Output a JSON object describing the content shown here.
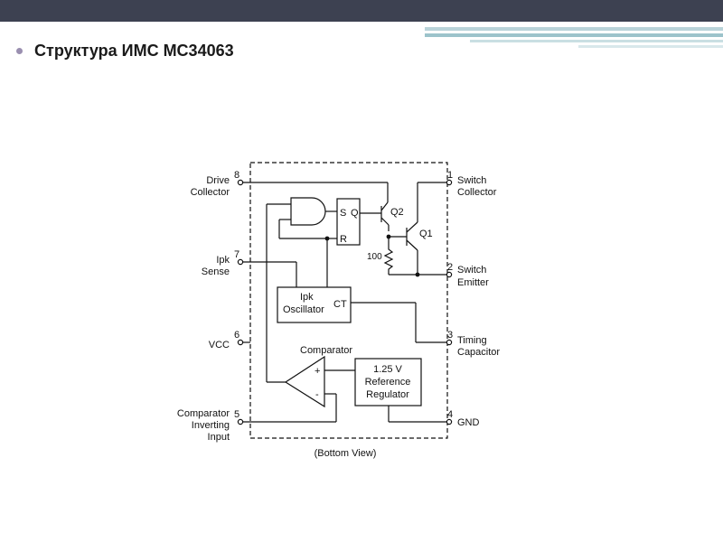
{
  "slide": {
    "title": "Структура ИМС MC34063"
  },
  "diagram": {
    "pins": [
      {
        "num": "8",
        "label1": "Drive",
        "label2": "Collector"
      },
      {
        "num": "7",
        "label1": "Ipk",
        "label2": "Sense"
      },
      {
        "num": "6",
        "label1": "VCC"
      },
      {
        "num": "5",
        "label1": "Comparator",
        "label2": "Inverting",
        "label3": "Input"
      },
      {
        "num": "1",
        "label1": "Switch",
        "label2": "Collector"
      },
      {
        "num": "2",
        "label1": "Switch",
        "label2": "Emitter"
      },
      {
        "num": "3",
        "label1": "Timing",
        "label2": "Capacitor"
      },
      {
        "num": "4",
        "label1": "GND"
      }
    ],
    "blocks": {
      "latch_s": "S",
      "latch_q": "Q",
      "latch_r": "R",
      "q2": "Q2",
      "q1": "Q1",
      "resistor": "100",
      "osc_ipk": "Ipk",
      "osc_name": "Oscillator",
      "osc_ct": "CT",
      "comparator": "Comparator",
      "comp_plus": "+",
      "comp_minus": "-",
      "ref1": "1.25 V",
      "ref2": "Reference",
      "ref3": "Regulator"
    },
    "caption": "(Bottom View)"
  }
}
